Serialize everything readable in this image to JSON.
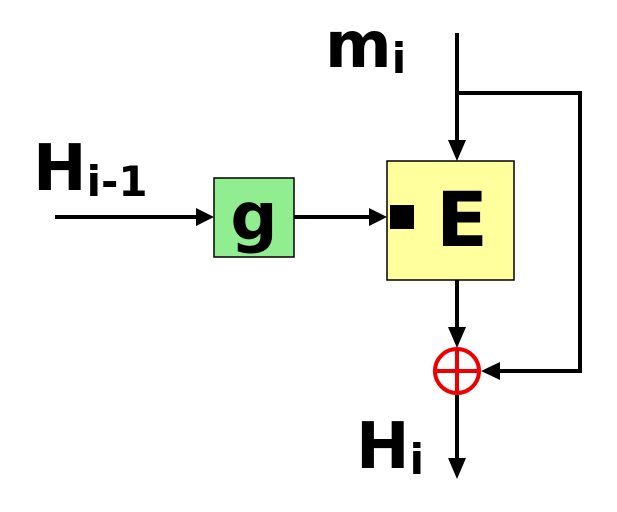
{
  "diagram": {
    "message_label": {
      "main": "m",
      "sub": "i"
    },
    "chaining_label": {
      "main": "H",
      "sub": "i-1"
    },
    "g_box_label": "g",
    "e_box_label": "E",
    "output_label": {
      "main": "H",
      "sub": "i"
    },
    "colors": {
      "g_box_fill": "#90ee90",
      "e_box_fill": "#ffff9e",
      "key_square_fill": "#000000",
      "xor_color": "#ee0000",
      "line_color": "#000000"
    }
  }
}
